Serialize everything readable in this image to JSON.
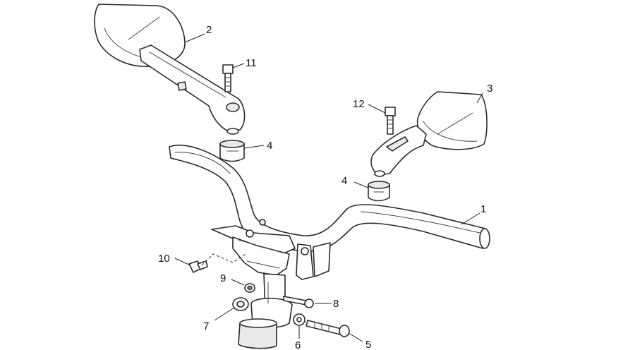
{
  "callouts": [
    {
      "id": "c1",
      "label": "1"
    },
    {
      "id": "c2",
      "label": "2"
    },
    {
      "id": "c3",
      "label": "3"
    },
    {
      "id": "c4a",
      "label": "4"
    },
    {
      "id": "c4b",
      "label": "4"
    },
    {
      "id": "c5",
      "label": "5"
    },
    {
      "id": "c6",
      "label": "6"
    },
    {
      "id": "c7",
      "label": "7"
    },
    {
      "id": "c8",
      "label": "8"
    },
    {
      "id": "c9",
      "label": "9"
    },
    {
      "id": "c10",
      "label": "10"
    },
    {
      "id": "c11",
      "label": "11"
    },
    {
      "id": "c12",
      "label": "12"
    }
  ]
}
